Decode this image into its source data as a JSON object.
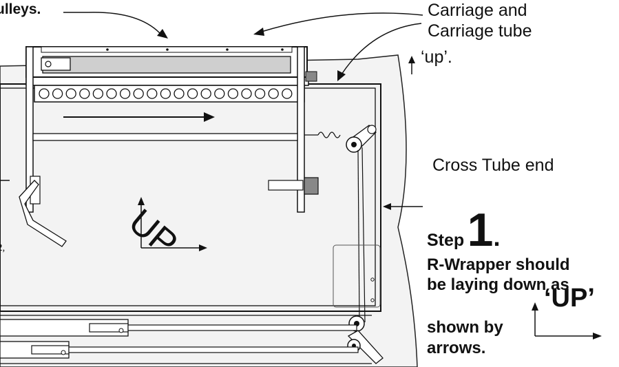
{
  "labels": {
    "pulleys": "ulleys.",
    "carriage_line1": "Carriage and",
    "carriage_line2": "Carriage tube",
    "carriage_up": "‘up’.",
    "cross_tube_end": "Cross Tube end",
    "step_word": "Step",
    "step_number": "1",
    "step_dot": ".",
    "instruction_line1": "R-Wrapper should",
    "instruction_line2": "be laying down as",
    "instruction_line3": "shown by",
    "up_key": "‘UP’",
    "instruction_line4": "arrows.",
    "diagram_up": "UP",
    "left_fragment": "2,"
  },
  "colors": {
    "ink": "#111111",
    "panel": "#f2f2f2",
    "tube": "#d6d6d6",
    "dark": "#555555"
  }
}
